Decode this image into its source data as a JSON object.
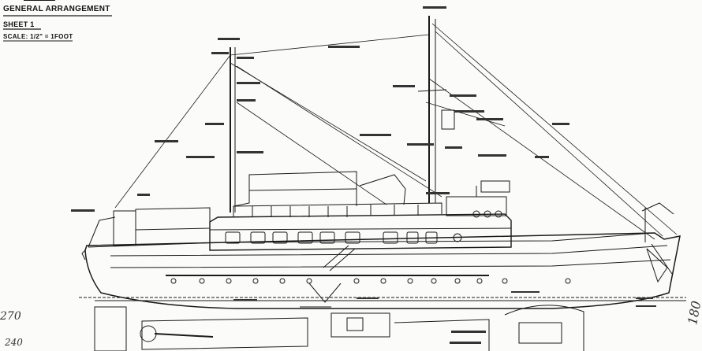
{
  "title_block": {
    "line1": "GENERAL ARRANGEMENT",
    "line2": "SHEET 1",
    "line3": "SCALE: 1/2\" = 1FOOT"
  },
  "margin_notes": {
    "left_top": "270",
    "left_bottom": "240",
    "right": "180"
  },
  "colors": {
    "ink": "#1a1a1a",
    "paper": "#fbfbfa"
  }
}
